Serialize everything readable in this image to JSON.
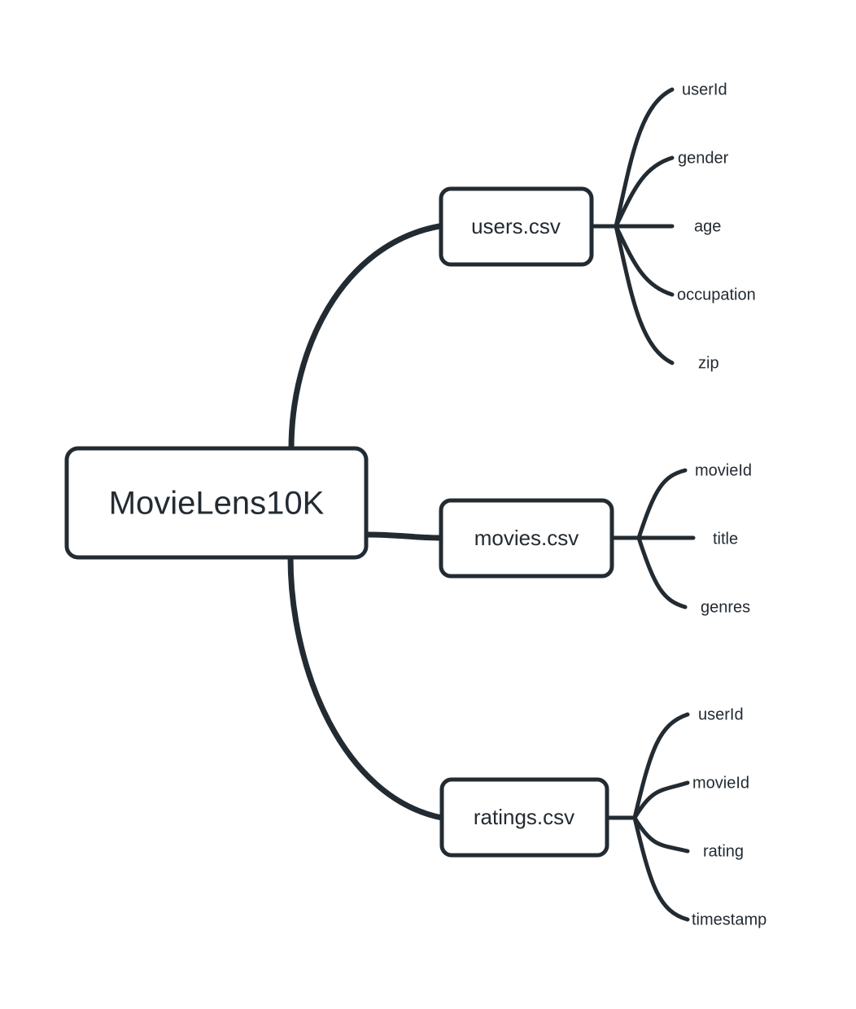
{
  "diagram": {
    "type": "mindmap",
    "background_color": "#ffffff",
    "stroke_color": "#232b32",
    "text_color": "#232b32",
    "root": {
      "label": "MovieLens10K",
      "font_size": 40
    },
    "branches": [
      {
        "label": "users.csv",
        "font_size": 26,
        "leaves": [
          {
            "label": "userId"
          },
          {
            "label": "gender"
          },
          {
            "label": "age"
          },
          {
            "label": "occupation"
          },
          {
            "label": "zip"
          }
        ]
      },
      {
        "label": "movies.csv",
        "font_size": 26,
        "leaves": [
          {
            "label": "movieId"
          },
          {
            "label": "title"
          },
          {
            "label": "genres"
          }
        ]
      },
      {
        "label": "ratings.csv",
        "font_size": 26,
        "leaves": [
          {
            "label": "userId"
          },
          {
            "label": "movieId"
          },
          {
            "label": "rating"
          },
          {
            "label": "timestamp"
          }
        ]
      }
    ]
  }
}
